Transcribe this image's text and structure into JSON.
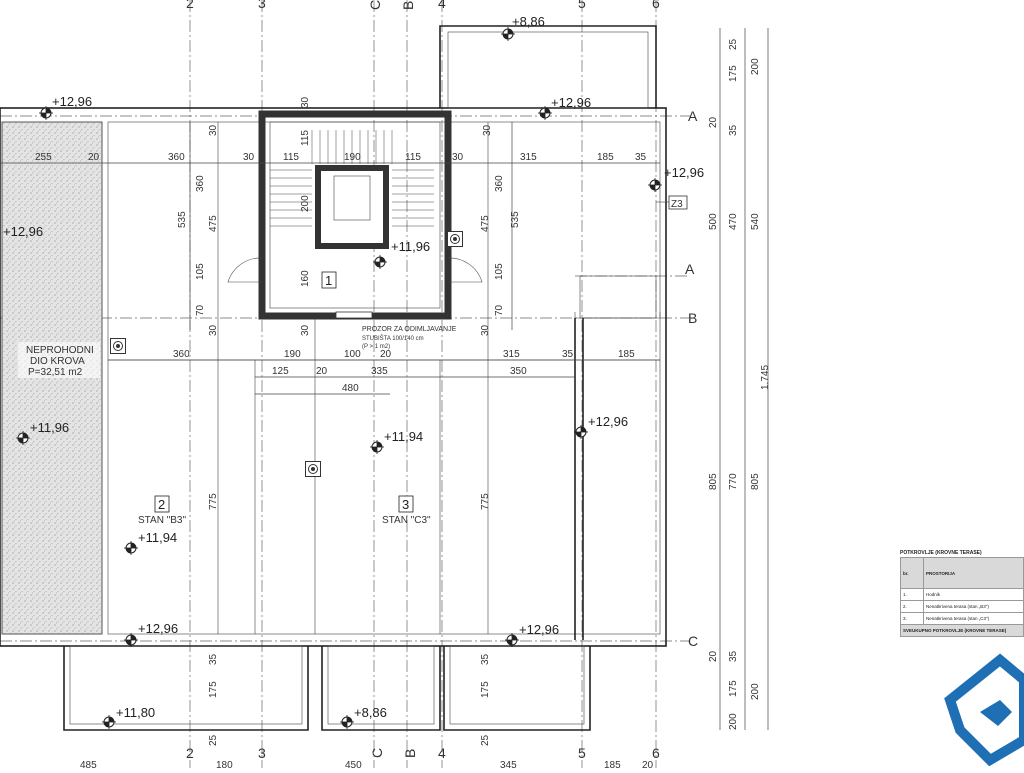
{
  "grid_axes": {
    "vertical_top": [
      "2",
      "3",
      "C",
      "B",
      "4",
      "5",
      "6"
    ],
    "vertical_bottom": [
      "2",
      "3",
      "C",
      "B",
      "4",
      "5",
      "6"
    ],
    "horizontal": [
      "A",
      "A",
      "B",
      "C"
    ]
  },
  "levels": {
    "l1": "+8,86",
    "l2": "+12,96",
    "l3": "+12,96",
    "l4": "+12,96",
    "l5": "+12,96",
    "l6": "+11,96",
    "l7": "+11,96",
    "l8": "+11,94",
    "l9": "+12,96",
    "l10": "+11,94",
    "l11": "+12,96",
    "l12": "+12,96",
    "l13": "+11,80",
    "l14": "+8,86"
  },
  "rooms": {
    "r1_num": "1",
    "r2_num": "2",
    "r2_name": "STAN \"B3\"",
    "r3_num": "3",
    "r3_name": "STAN \"C3\""
  },
  "roof_note": {
    "line1": "NEPROHODNI",
    "line2": "DIO KROVA",
    "line3": "P=32,51 m2"
  },
  "window_note": {
    "line1": "PROZOR ZA ODIMLJAVANJE",
    "line2": "STUBIŠTA 100/140 cm",
    "line3": "(P > 1 m2)"
  },
  "tag_z3": "Z3",
  "dims_top": [
    "255",
    "20",
    "360",
    "30",
    "115",
    "190",
    "115",
    "30",
    "315",
    "185",
    "35"
  ],
  "dims_mid": [
    "360",
    "190",
    "100",
    "20",
    "315",
    "35",
    "185"
  ],
  "dims_mid2": [
    "125",
    "20",
    "335",
    "350"
  ],
  "dim_480": "480",
  "dims_bottom": [
    "485",
    "180",
    "450",
    "345",
    "185",
    "20"
  ],
  "dims_right_outer": [
    "25",
    "175",
    "200",
    "20",
    "35",
    "500",
    "540",
    "1.745",
    "805",
    "805",
    "20",
    "35",
    "175",
    "200",
    "200"
  ],
  "dims_right_inner": [
    "470",
    "770"
  ],
  "dims_vertical_misc": [
    "30",
    "30",
    "360",
    "535",
    "475",
    "105",
    "70",
    "30",
    "30",
    "360",
    "535",
    "475",
    "105",
    "70",
    "30",
    "775",
    "775",
    "35",
    "175",
    "25",
    "35",
    "175",
    "25",
    "160",
    "200",
    "115",
    "30"
  ],
  "table": {
    "title": "POTKROVLJE (KROVNE TERASE)",
    "headers": [
      "br.",
      "PROSTORIJA"
    ],
    "rows": [
      [
        "1.",
        "Hodnik"
      ],
      [
        "2.",
        "Nenatkrivena terasa (stan „B3\")"
      ],
      [
        "3.",
        "Nenatkrivena terasa (stan „C3\")"
      ]
    ],
    "total": "SVEUKUPNO POTKROVLJE (KROVNE TERASE)"
  },
  "colors": {
    "roof_hatch": "#cfcfcf",
    "logo_blue": "#1f6fb5"
  }
}
